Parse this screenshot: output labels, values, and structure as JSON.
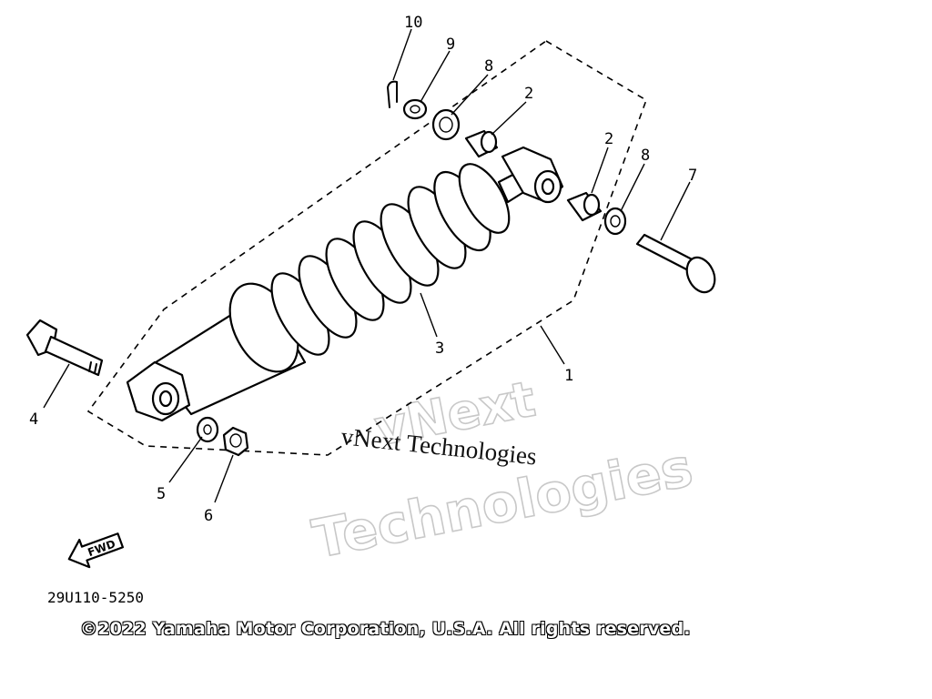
{
  "diagram": {
    "callouts": [
      "10",
      "9",
      "8",
      "2",
      "2",
      "8",
      "7",
      "3",
      "1",
      "4",
      "5",
      "6"
    ],
    "fwd_label": "FWD",
    "drawing_code": "29U110-5250",
    "watermark_serif": "vNext Technologies",
    "watermark_outline_1": "vNext",
    "watermark_outline_2": "Technologies",
    "copyright": "©2022 Yamaha Motor Corporation, U.S.A. All rights reserved."
  }
}
